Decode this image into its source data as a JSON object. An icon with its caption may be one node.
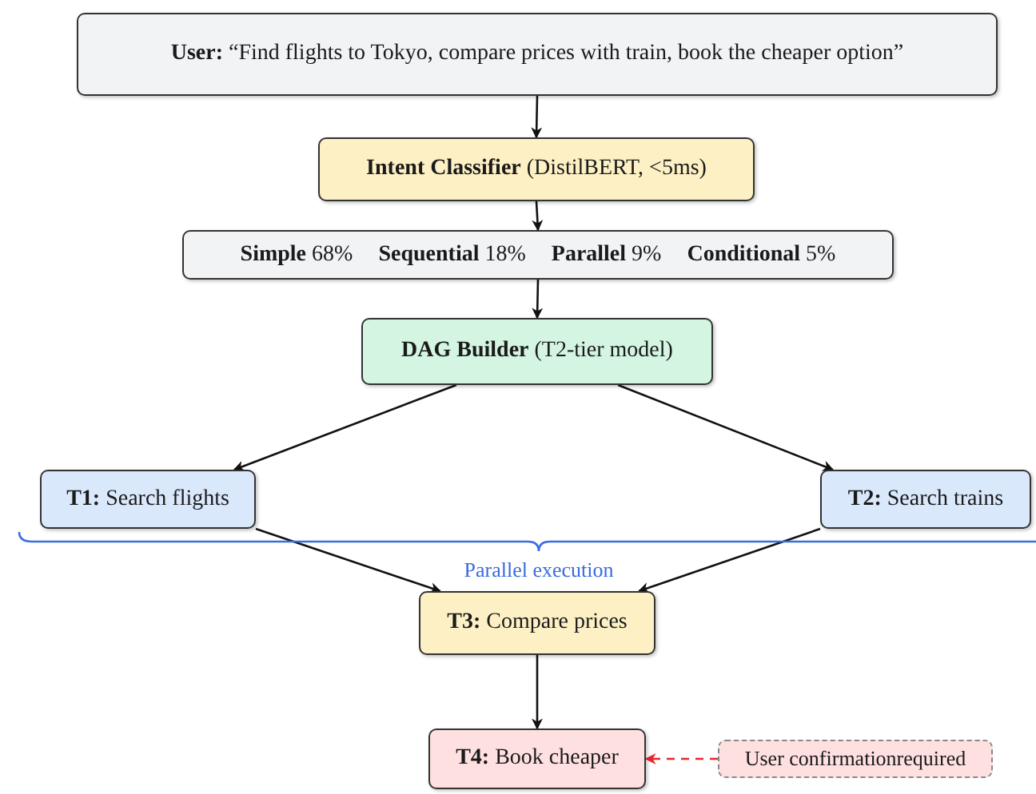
{
  "diagram": {
    "nodes": [
      {
        "text": [
          "**User:** “Find flights to Tokyo, compare prices with train, book the cheaper option”"
        ]
      },
      {
        "text": [
          "**Intent Classifier** (DistilBERT, <5ms)"
        ]
      },
      {
        "text": [
          "**Simple** 68%",
          "**Sequential** 18%",
          "**Parallel** 9%",
          "**Conditional** 5%"
        ]
      },
      {
        "text": [
          "**DAG Builder** (T2-tier model)"
        ]
      },
      {
        "text": [
          "**T1:** Search flights"
        ]
      },
      {
        "text": [
          "**T2:** Search trains"
        ]
      },
      {
        "text": [
          "**T3:** Compare prices"
        ]
      },
      {
        "text": [
          "**T4:** Book cheaper"
        ]
      },
      {
        "text": [
          "User confirmationrequired"
        ]
      }
    ],
    "edges": [
      {
        "from": 0,
        "to": 1,
        "arrow": "to"
      },
      {
        "from": 1,
        "to": 2,
        "arrow": "to"
      },
      {
        "from": 2,
        "to": 3,
        "arrow": "to"
      },
      {
        "from": 3,
        "to": 4,
        "arrow": "to"
      },
      {
        "from": 3,
        "to": 5,
        "arrow": "to"
      },
      {
        "from": 4,
        "to": 6,
        "arrow": "to"
      },
      {
        "from": 5,
        "to": 6,
        "arrow": "to"
      },
      {
        "from": 6,
        "to": 7,
        "arrow": "to"
      },
      {
        "from": 8,
        "to": 7,
        "arrow": "to",
        "style": "dashed",
        "color": "#e8262b"
      }
    ],
    "labels": [
      "Parallel execution"
    ]
  }
}
